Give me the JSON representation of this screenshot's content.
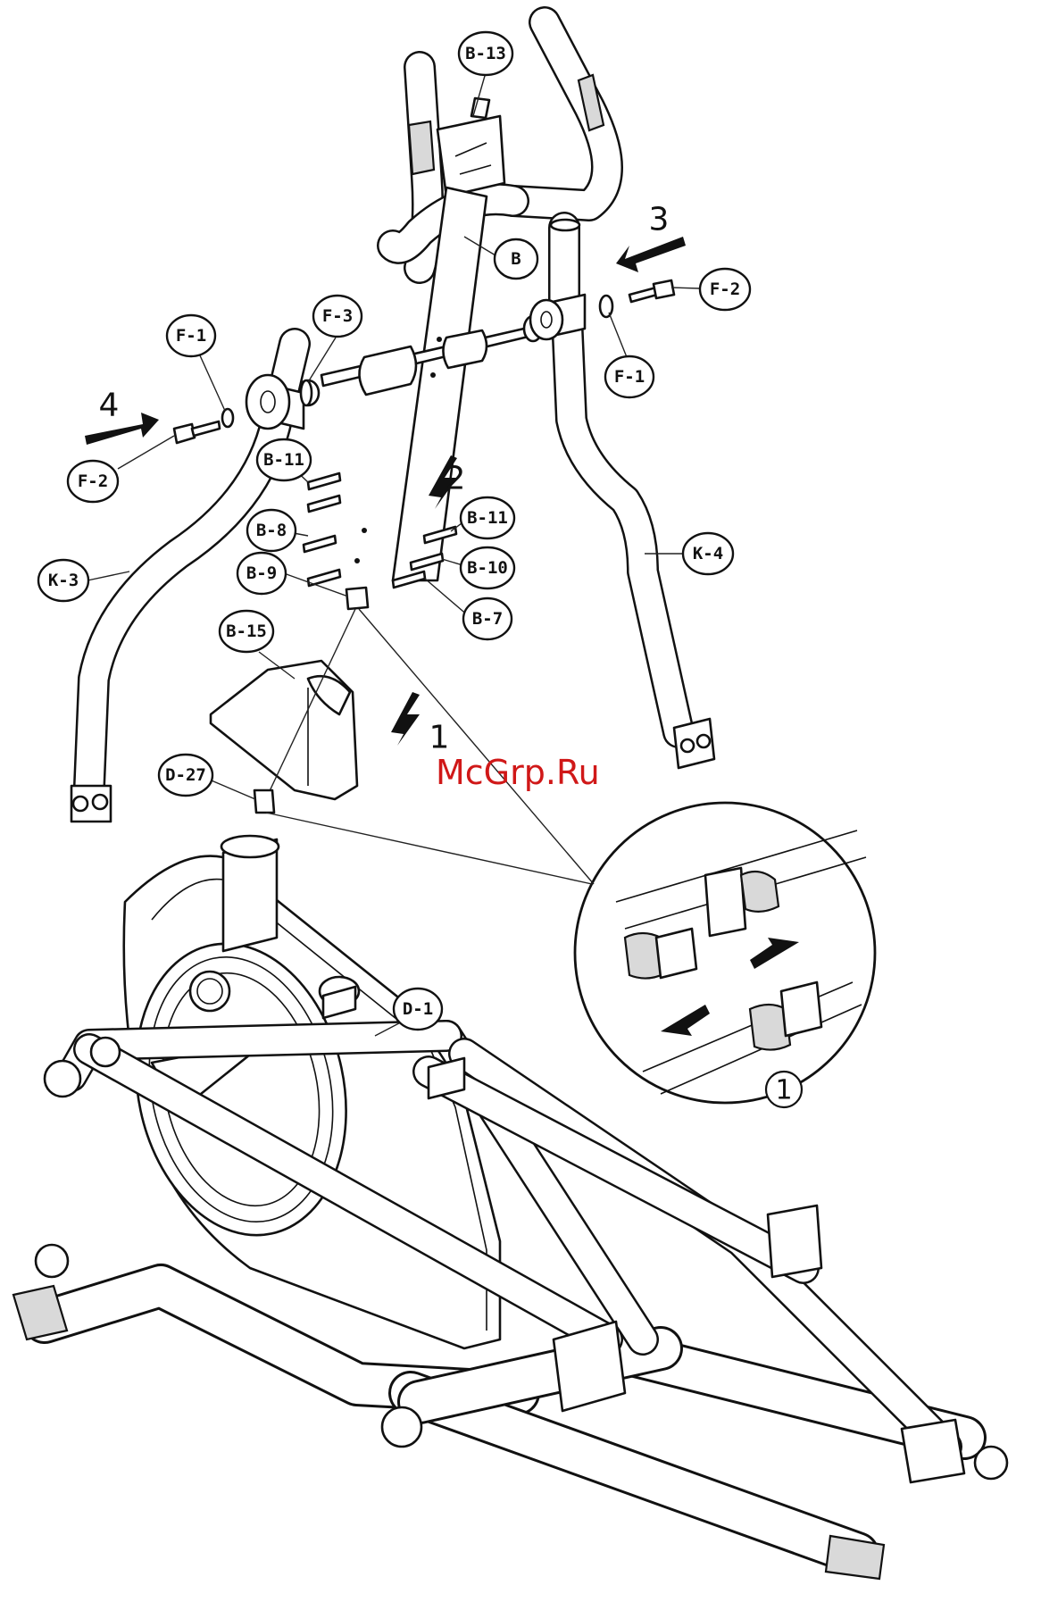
{
  "labels": {
    "b13": "B-13",
    "b": "B",
    "f2_right": "F-2",
    "f1_right": "F-1",
    "f1_left": "F-1",
    "f3": "F-3",
    "f2_left": "F-2",
    "b11_left": "B-11",
    "b8": "B-8",
    "b9": "B-9",
    "b11_right": "B-11",
    "b10": "B-10",
    "b7": "B-7",
    "k3": "K-3",
    "k4": "K-4",
    "b15": "B-15",
    "d27": "D-27",
    "d1": "D-1"
  },
  "steps": {
    "s1": "1",
    "s2": "2",
    "s3": "3",
    "s4": "4",
    "detail": "1"
  },
  "watermark": "McGrp.Ru",
  "colors": {
    "line": "#111111",
    "watermark": "#d01818"
  }
}
